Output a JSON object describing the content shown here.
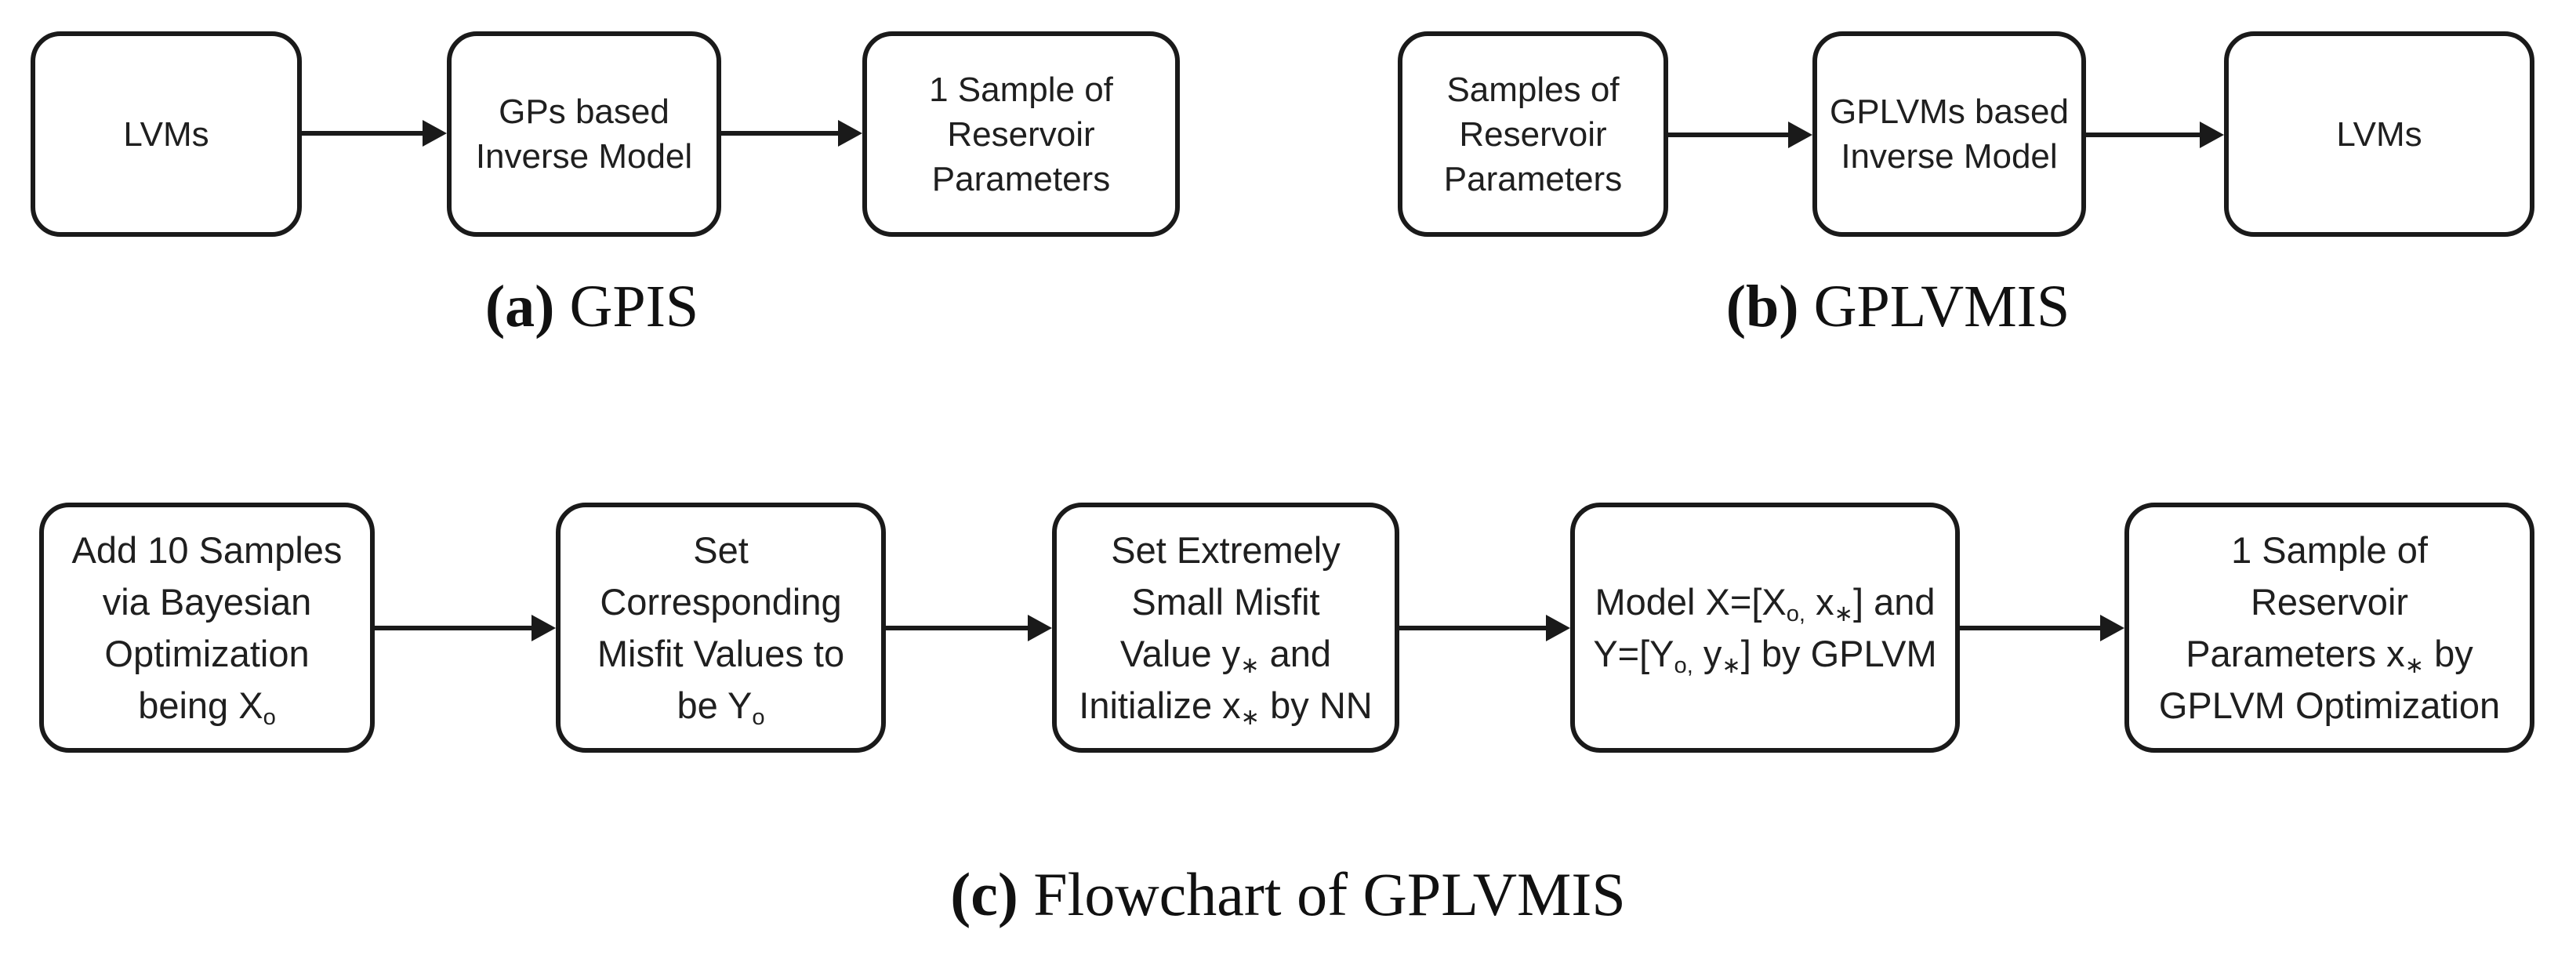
{
  "figure": {
    "background_color": "#ffffff",
    "stroke_color": "#1a1a1a",
    "captions": {
      "a": {
        "label": "(a)",
        "title": " GPIS"
      },
      "b": {
        "label": "(b)",
        "title": " GPLVMIS"
      },
      "c": {
        "label": "(c)",
        "title": " Flowchart of GPLVMIS"
      }
    },
    "boxes": {
      "a1": {
        "lines": [
          "LVMs"
        ]
      },
      "a2": {
        "lines": [
          "GPs based",
          "Inverse Model"
        ]
      },
      "a3": {
        "lines": [
          "1 Sample of",
          "Reservoir",
          "Parameters"
        ]
      },
      "b1": {
        "lines": [
          "Samples of",
          "Reservoir",
          "Parameters"
        ]
      },
      "b2": {
        "lines": [
          "GPLVMs based",
          "Inverse Model"
        ]
      },
      "b3": {
        "lines": [
          "LVMs"
        ]
      },
      "c1": {
        "lines": [
          "Add 10 Samples",
          "via Bayesian",
          "Optimization",
          "being X_{o}"
        ]
      },
      "c2": {
        "lines": [
          "Set",
          "Corresponding",
          "Misfit Values to",
          "be Y_{o}"
        ]
      },
      "c3": {
        "lines": [
          "Set Extremely",
          "Small Misfit",
          "Value y_{∗} and",
          "Initialize x_{∗} by NN"
        ]
      },
      "c4": {
        "lines": [
          "Model X=[X_{o,} x_{∗}] and",
          "Y=[Y_{o,} y_{∗}] by GPLVM"
        ]
      },
      "c5": {
        "lines": [
          "1 Sample of",
          "Reservoir",
          "Parameters x_{∗} by",
          "GPLVM Optimization"
        ]
      }
    }
  }
}
